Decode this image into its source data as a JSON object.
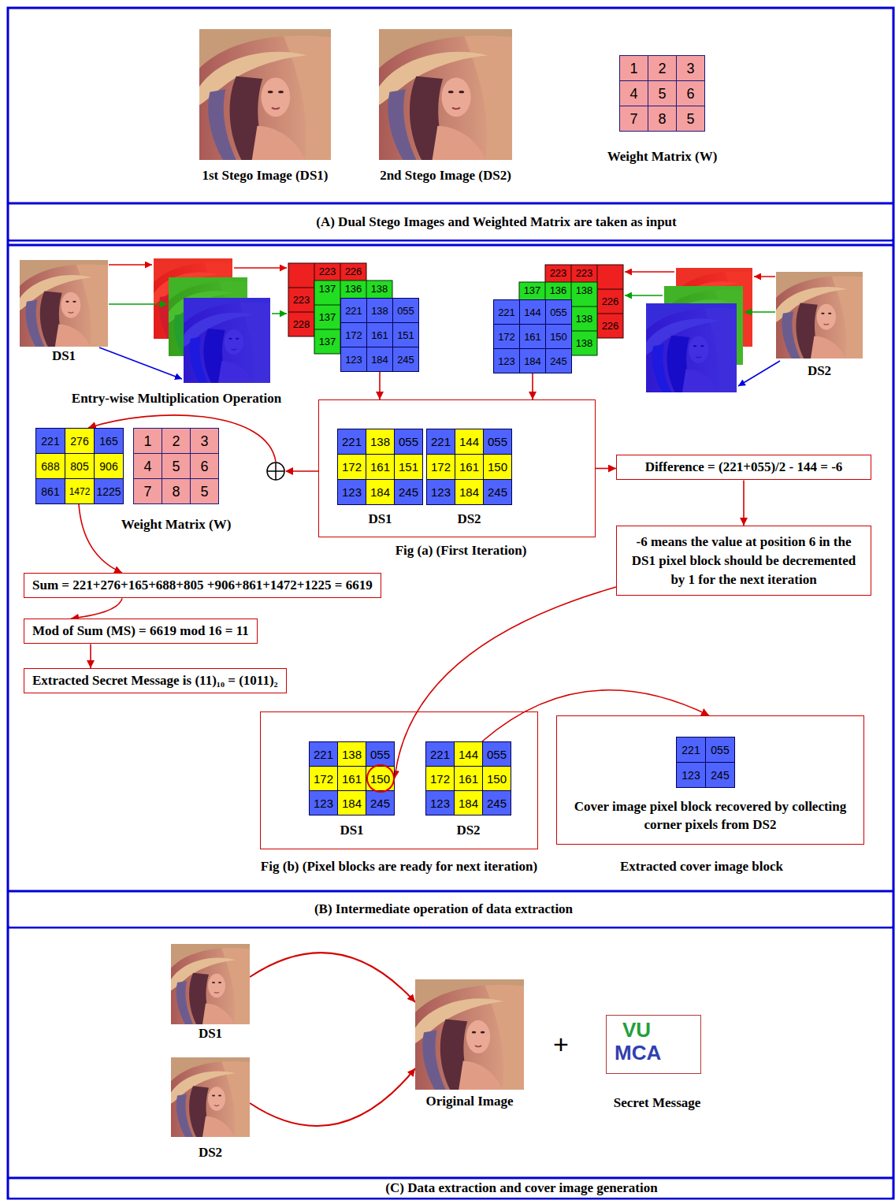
{
  "diagram": {
    "nodes": [
      {
        "text": [
          "1st Stego Image (DS1)"
        ]
      },
      {
        "text": [
          "2nd Stego Image (DS2)"
        ]
      },
      {
        "text": [
          "1",
          "2",
          "3",
          "4",
          "5",
          "6",
          "7",
          "8",
          "5",
          "Weight Matrix (W)"
        ]
      },
      {
        "text": [
          "(A) Dual Stego Images and Weighted Matrix are taken as input"
        ]
      },
      {
        "text": [
          "DS1"
        ]
      },
      {
        "text": [
          "221",
          "138",
          "055",
          "172",
          "161",
          "151",
          "123",
          "184",
          "245"
        ]
      },
      {
        "text": [
          "DS2"
        ]
      },
      {
        "text": [
          "221",
          "144",
          "055",
          "172",
          "161",
          "150",
          "123",
          "184",
          "245"
        ]
      },
      {
        "text": [
          "Fig (a) (First Iteration)"
        ]
      },
      {
        "text": [
          "221",
          "138",
          "055",
          "172",
          "161",
          "151",
          "123",
          "184",
          "245",
          "DS1"
        ],
        "in": 8
      },
      {
        "text": [
          "221",
          "144",
          "055",
          "172",
          "161",
          "150",
          "123",
          "184",
          "245",
          "DS2"
        ],
        "in": 8
      },
      {
        "text": [
          "221",
          "276",
          "165",
          "688",
          "805",
          "906",
          "861",
          "1472",
          "1225"
        ]
      },
      {
        "text": [
          "1",
          "2",
          "3",
          "4",
          "5",
          "6",
          "7",
          "8",
          "5",
          "Weight Matrix (W)"
        ]
      },
      {
        "text": [
          "Difference = (221+055)/2 - 144 = -6"
        ]
      },
      {
        "text": [
          "-6 means the value at position 6 in the DS1 pixel block should be decremented by 1 for the next iteration"
        ]
      },
      {
        "text": [
          "Sum = 221+276+165+688+805 +906+861+1472+1225 = 6619"
        ]
      },
      {
        "text": [
          "Mod of Sum (MS) = 6619 mod 16 = 11"
        ]
      },
      {
        "text": [
          "Extracted Secret Message is (11)₁₀ = (1011)₂"
        ]
      },
      {
        "text": [
          "Fig (b) (Pixel blocks are ready for next iteration)"
        ]
      },
      {
        "text": [
          "221",
          "138",
          "055",
          "172",
          "161",
          "150",
          "123",
          "184",
          "245",
          "DS1"
        ],
        "in": 18
      },
      {
        "text": [
          "221",
          "144",
          "055",
          "172",
          "161",
          "150",
          "123",
          "184",
          "245",
          "DS2"
        ],
        "in": 18
      },
      {
        "text": [
          "Cover image pixel block recovered by collecting corner pixels from DS2",
          "Extracted cover image block"
        ]
      },
      {
        "text": [
          "221",
          "055",
          "123",
          "245"
        ],
        "in": 21
      },
      {
        "text": [
          "(B) Intermediate operation of data extraction"
        ]
      },
      {
        "text": [
          "DS1"
        ]
      },
      {
        "text": [
          "DS2"
        ]
      },
      {
        "text": [
          "Original Image"
        ]
      },
      {
        "text": [
          "VU",
          "MCA",
          "Secret Message"
        ]
      },
      {
        "text": [
          "(C) Data extraction and cover image generation"
        ]
      }
    ],
    "edges": [
      {
        "from": 5,
        "to": 8,
        "arrow": "to"
      },
      {
        "from": 7,
        "to": 8,
        "arrow": "to"
      },
      {
        "from": 8,
        "to": 11,
        "arrow": "to"
      },
      {
        "from": 8,
        "to": 13,
        "arrow": "to"
      },
      {
        "from": 13,
        "to": 14,
        "arrow": "to"
      },
      {
        "from": 11,
        "to": 15,
        "arrow": "to"
      },
      {
        "from": 15,
        "to": 16,
        "arrow": "to"
      },
      {
        "from": 16,
        "to": 17,
        "arrow": "to"
      },
      {
        "from": 14,
        "to": 19,
        "arrow": "to"
      },
      {
        "from": 20,
        "to": 21,
        "arrow": "to"
      },
      {
        "from": 24,
        "to": 26,
        "arrow": "to"
      },
      {
        "from": 25,
        "to": 26,
        "arrow": "to"
      }
    ],
    "labels": [
      "Entry-wise Multiplication Operation",
      "223",
      "226",
      "223",
      "228",
      "137",
      "136",
      "138",
      "137",
      "137",
      "223",
      "223",
      "226",
      "226",
      "137",
      "136",
      "138",
      "138",
      "138",
      "+"
    ]
  }
}
